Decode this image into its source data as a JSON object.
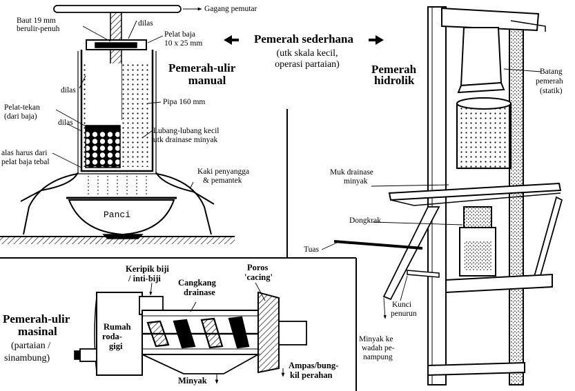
{
  "title": {
    "main": "Pemerah sederhana",
    "sub1": "(utk skala kecil,",
    "sub2": "operasi partaian)"
  },
  "manual_press": {
    "heading1": "Pemerah-ulir",
    "heading2": "manual",
    "labels": {
      "gagang": "Gagang pemutar",
      "baut1": "Baut 19 mm",
      "baut2": "berulir-penuh",
      "dilas_top": "dilas",
      "pelat1": "Pelat baja",
      "pelat2": "10 x 25 mm",
      "dilas_left": "dilas",
      "pelat_tekan1": "Pelat-tekan",
      "pelat_tekan2": "(dari baja)",
      "pipa": "Pipa 160 mm",
      "dilas_mid": "dilas",
      "lubang1": "Lubang-lubang kecil",
      "lubang2": "utk drainase minyak",
      "alas1": "alas harus dari",
      "alas2": "pelat baja tebal",
      "kaki1": "Kaki penyangga",
      "kaki2": "& pemantek",
      "panci": "Panci"
    }
  },
  "hydraulic_press": {
    "heading1": "Pemerah",
    "heading2": "hidrolik",
    "labels": {
      "batang1": "Batang",
      "batang2": "pemerah",
      "batang3": "(statik)",
      "muk1": "Muk drainase",
      "muk2": "minyak",
      "dongkrak": "Dongkrak",
      "tuas": "Tuas",
      "kunci1": "Kunci",
      "kunci2": "penurun",
      "minyak1": "Minyak ke",
      "minyak2": "wadah pe-",
      "minyak3": "nampung"
    }
  },
  "motor_press": {
    "heading1": "Pemerah-ulir",
    "heading2": "masinal",
    "heading3": "(partaian /",
    "heading4": "sinambung)",
    "labels": {
      "keripik1": "Keripik biji",
      "keripik2": "/ inti-biji",
      "cangkang1": "Cangkang",
      "cangkang2": "drainase",
      "poros1": "Poros",
      "poros2": "'cacing'",
      "rumah1": "Rumah",
      "rumah2": "roda-",
      "rumah3": "gigi",
      "ampas1": "Ampas/bung-",
      "ampas2": "kil perahan",
      "minyak": "Minyak"
    }
  }
}
